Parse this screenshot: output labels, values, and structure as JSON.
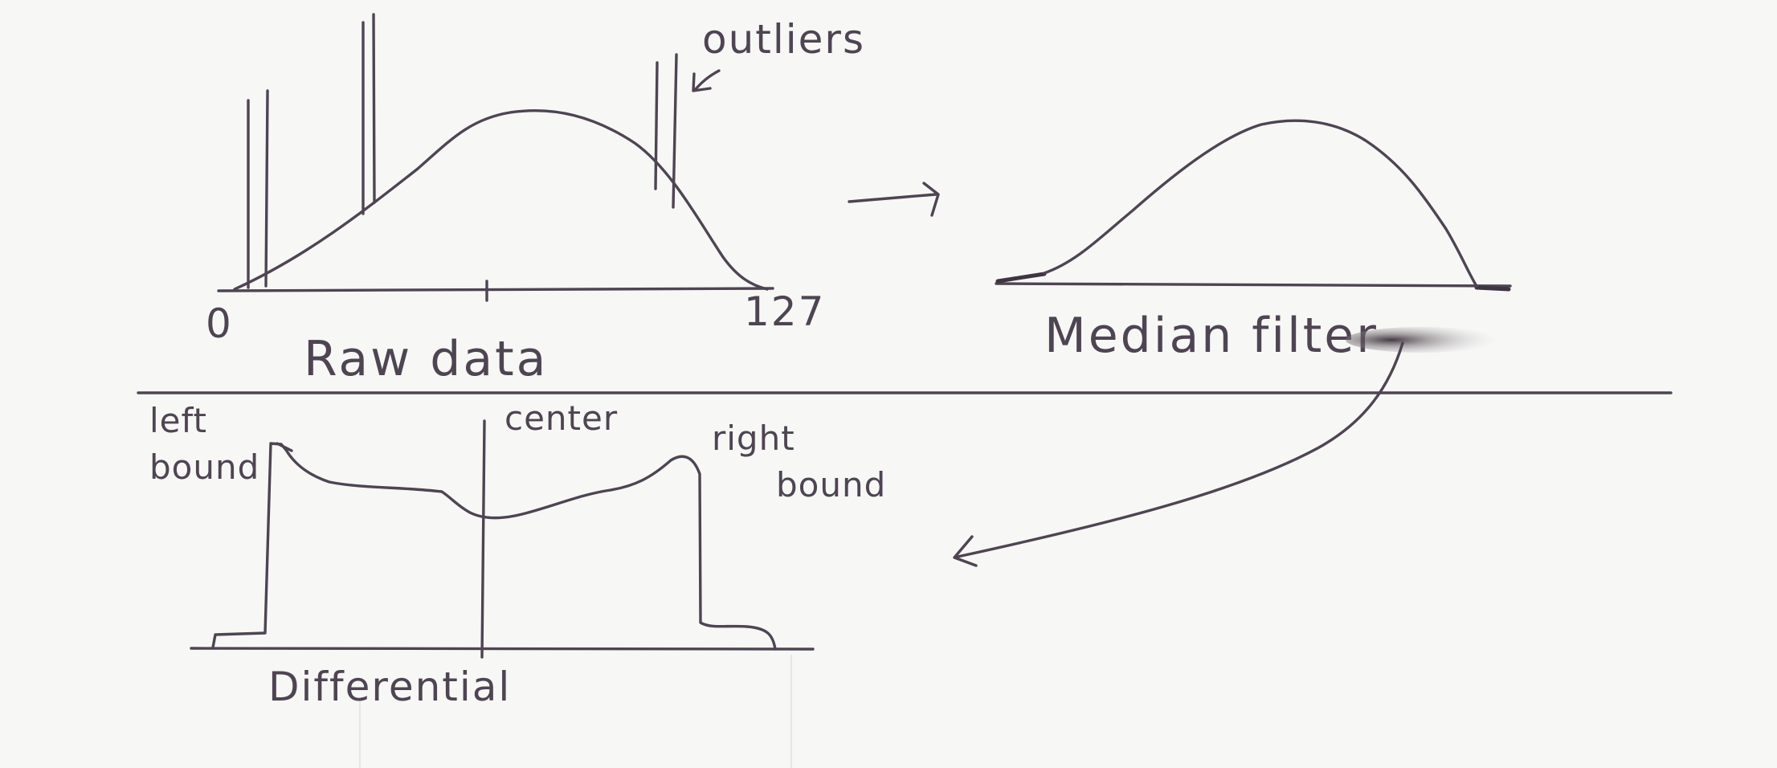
{
  "panels": {
    "raw": {
      "axis_start": "0",
      "axis_end": "127",
      "caption": "Raw data",
      "annotation": "outliers"
    },
    "median": {
      "caption": "Median filter"
    },
    "differential": {
      "caption": "Differential",
      "left_bound": [
        "left",
        "bound"
      ],
      "center": "center",
      "right_bound": [
        "right",
        "bound"
      ]
    }
  },
  "colors": {
    "paper": "#f7f7f6",
    "ink": "#4e4452"
  }
}
